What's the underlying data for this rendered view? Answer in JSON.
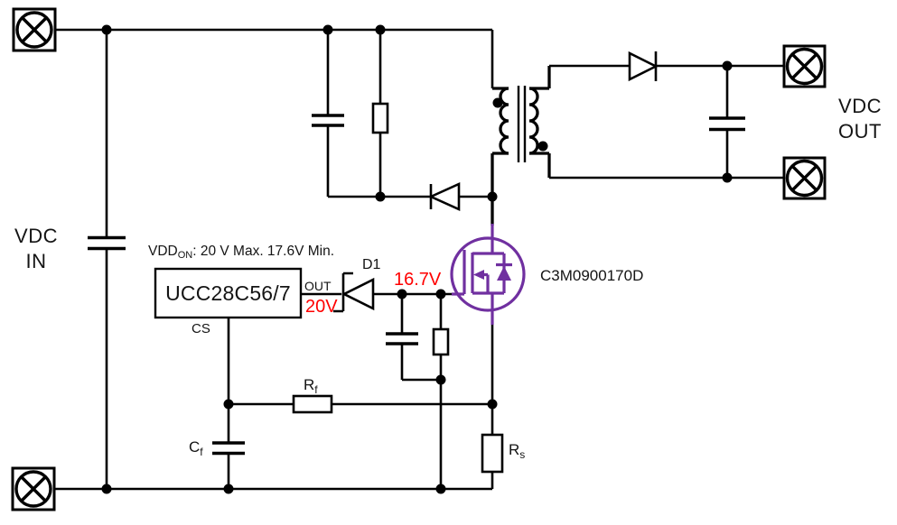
{
  "labels": {
    "vdc_in": {
      "line1": "VDC",
      "line2": "IN"
    },
    "vdc_out": {
      "line1": "VDC",
      "line2": "OUT"
    },
    "vdd_note": {
      "prefix": "VDD",
      "sub": "ON",
      "rest": ": 20 V Max. 17.6V Min."
    },
    "controller": "UCC28C56/7",
    "pin_out": "OUT",
    "pin_cs": "CS",
    "zener_ref": "D1",
    "zener_voltage": "20V",
    "gate_voltage": "16.7V",
    "mosfet_part": "C3M0900170D",
    "rf": {
      "main": "R",
      "sub": "f"
    },
    "cf": {
      "main": "C",
      "sub": "f"
    },
    "rs": {
      "main": "R",
      "sub": "s"
    }
  },
  "colors": {
    "wire": "#000000",
    "mosfet_purple": "#7030A0",
    "voltage_red": "#FF0000",
    "background": "#FFFFFF"
  }
}
